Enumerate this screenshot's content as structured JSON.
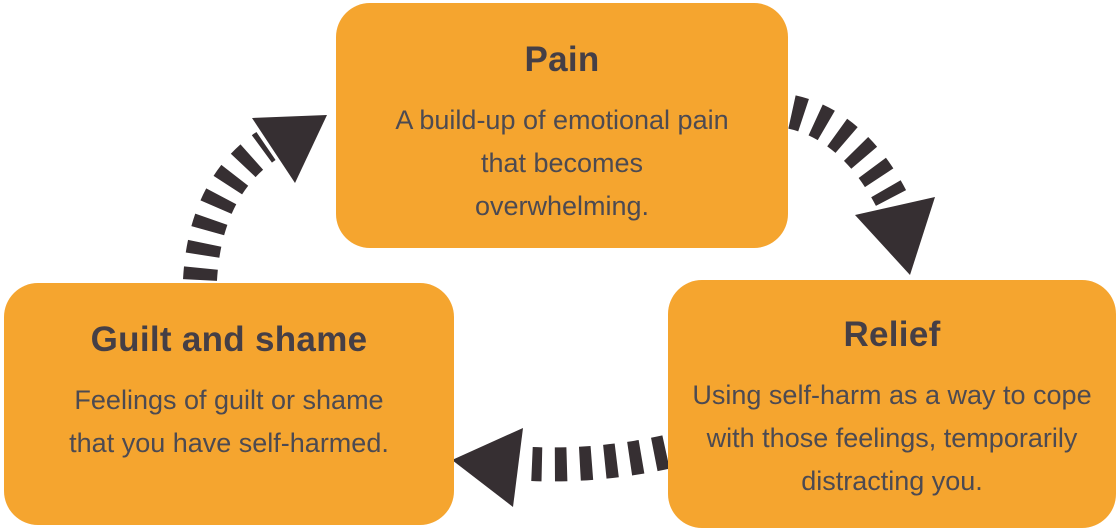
{
  "diagram": {
    "name": "Self-harm cycle diagram",
    "background_color": "#FFFFFF",
    "node_fill_color": "#F5A52F",
    "arrow_color": "#362F32",
    "title_text_color": "#453F46",
    "body_text_color": "#4C4A52",
    "nodes": [
      {
        "id": "pain",
        "title": "Pain",
        "description": "A build-up of emotional pain that becomes overwhelming."
      },
      {
        "id": "relief",
        "title": "Relief",
        "description": "Using self-harm as a way to cope with those feelings, temporarily distracting you."
      },
      {
        "id": "guilt-and-shame",
        "title": "Guilt and shame",
        "description": "Feelings of guilt or shame that you have self-harmed."
      }
    ],
    "edges": [
      {
        "from": "pain",
        "to": "relief",
        "style": "dashed-arc-arrow"
      },
      {
        "from": "relief",
        "to": "guilt-and-shame",
        "style": "dashed-arc-arrow"
      },
      {
        "from": "guilt-and-shame",
        "to": "pain",
        "style": "dashed-arc-arrow"
      }
    ]
  }
}
